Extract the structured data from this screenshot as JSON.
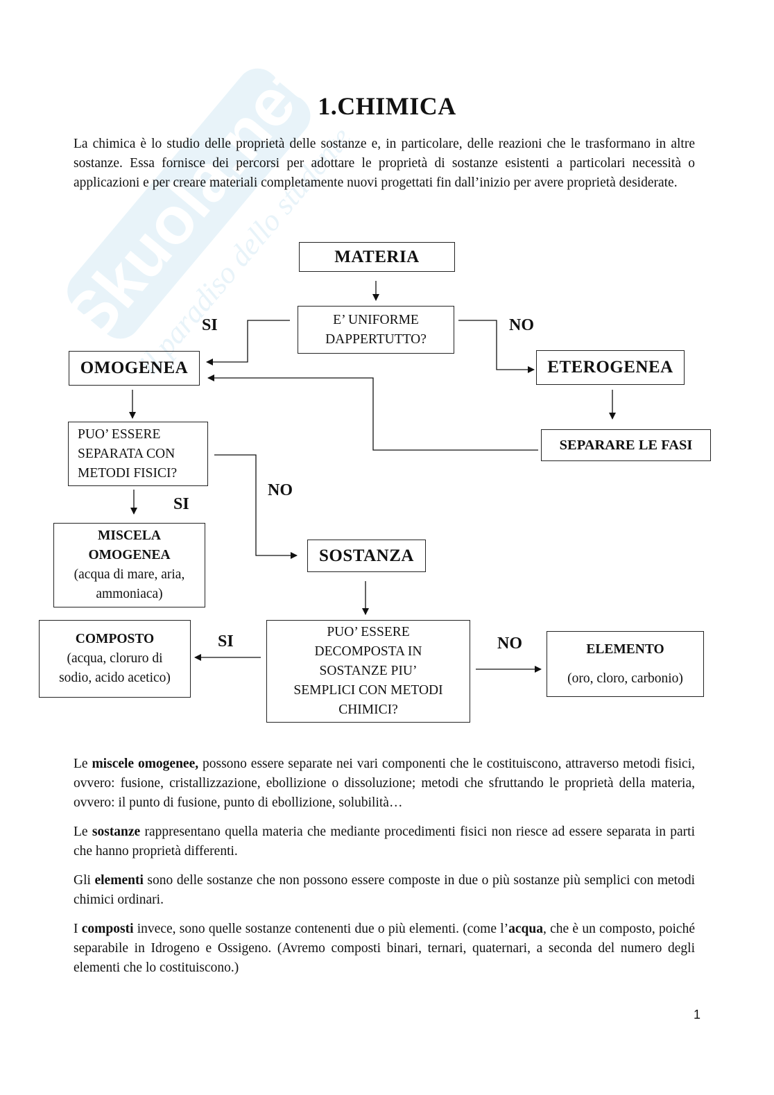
{
  "watermark": {
    "logo_text": "Skuola.net",
    "tagline": "il paradiso dello studente"
  },
  "document": {
    "title": "1.CHIMICA",
    "intro": "La chimica è lo studio delle proprietà delle sostanze e, in particolare, delle reazioni che le trasformano in altre sostanze. Essa fornisce dei percorsi per adottare le proprietà di sostanze esistenti a particolari necessità o applicazioni e per creare materiali completamente nuovi progettati fin dall’inizio per avere proprietà desiderate."
  },
  "flowchart": {
    "materia": "MATERIA",
    "uniforme": [
      "E’ UNIFORME",
      "DAPPERTUTTO?"
    ],
    "label_si_1": "SI",
    "label_no_1": "NO",
    "omogenea": "OMOGENEA",
    "eterogenea": "ETEROGENEA",
    "separare": "SEPARARE LE FASI",
    "metodi_fisici": [
      "PUO’ ESSERE",
      "SEPARATA CON",
      "METODI FISICI?"
    ],
    "label_si_2": "SI",
    "label_no_2": "NO",
    "miscela": [
      "MISCELA",
      "OMOGENEA",
      "(acqua di mare, aria,",
      "ammoniaca)"
    ],
    "sostanza": "SOSTANZA",
    "decomposta": [
      "PUO’ ESSERE",
      "DECOMPOSTA IN",
      "SOSTANZE PIU’",
      "SEMPLICI CON METODI",
      "CHIMICI?"
    ],
    "label_si_3": "SI",
    "label_no_3": "NO",
    "composto": [
      "COMPOSTO",
      "(acqua, cloruro di",
      "sodio, acido acetico)"
    ],
    "elemento": [
      "ELEMENTO",
      "(oro, cloro, carbonio)"
    ]
  },
  "paragraphs": {
    "p1": {
      "pre": "Le ",
      "bold": "miscele omogenee,",
      "post": " possono essere separate nei vari componenti che le costituiscono, attraverso metodi fisici, ovvero: fusione, cristallizzazione, ebollizione o dissoluzione; metodi che sfruttando le proprietà della materia, ovvero: il punto di fusione, punto di ebollizione, solubilità…"
    },
    "p2": {
      "pre": "Le ",
      "bold": "sostanze",
      "post": " rappresentano quella materia che mediante procedimenti fisici non riesce ad essere separata in parti che hanno proprietà differenti."
    },
    "p3": {
      "pre": "Gli ",
      "bold": "elementi",
      "post": " sono delle sostanze che non possono essere composte in due o più sostanze più semplici con metodi chimici ordinari."
    },
    "p4": {
      "pre": "I ",
      "bold": "composti",
      "mid": " invece, sono quelle sostanze contenenti due o più elementi. (come l’",
      "bold2": "acqua",
      "post": ", che è un composto, poiché separabile in Idrogeno e Ossigeno. (Avremo composti binari, ternari, quaternari, a seconda del numero degli elementi che lo costituiscono.)"
    }
  },
  "page_number": "1",
  "colors": {
    "watermark": "#cfe6f2",
    "ink": "#111111"
  }
}
